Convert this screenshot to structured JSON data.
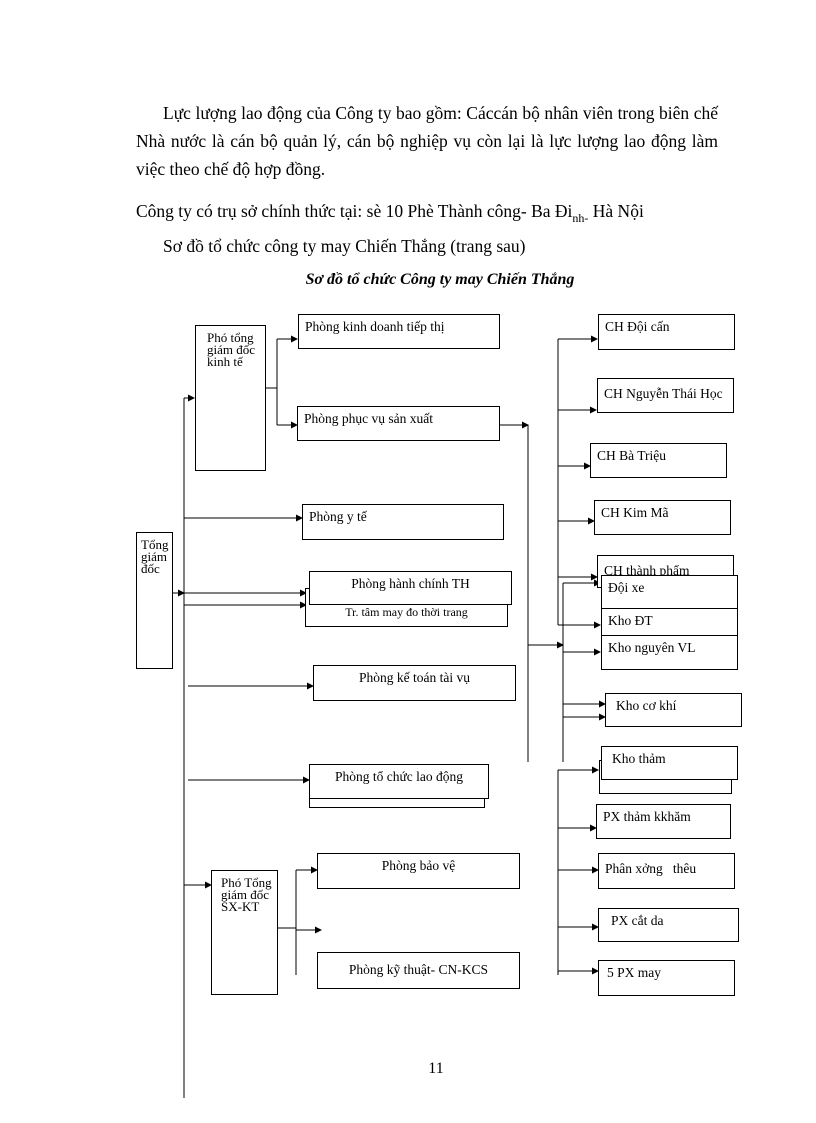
{
  "paragraphs": {
    "p1": "Lực lượng lao động của Công ty bao gồm: Cáccán bộ nhân viên trong biên chế Nhà nước là cán bộ quản lý, cán bộ nghiệp vụ còn lại là lực lượng lao động làm việc theo chế độ hợp đồng.",
    "p2_main": "Công ty có trụ sở chính thức tại: sè 10 Phè Thành công- Ba Đi",
    "p2_sub": "nh-",
    "p2_end": " Hà Nội",
    "p3": "Sơ đồ tổ chức công ty may Chiến Thắng (trang sau)"
  },
  "diagram": {
    "title": "Sơ đồ tổ chức Công ty may Chiến Thắng",
    "boxes": {
      "tong_giam_doc": "Tổng giám đốc",
      "pho_tgd_kinh_te": "Phó tổng giám đốc kinh tế",
      "pho_tgd_sxkt": "Phó Tổng giám đốc SX-KT",
      "phong_kinh_doanh": "Phòng kinh doanh tiếp thị",
      "phong_phuc_vu": "Phòng phục vụ sản xuất",
      "phong_y_te": "Phòng y tế",
      "phong_hanh_chinh": "Phòng hành chính TH",
      "tt_tam_may": "Tr. tâm may đo thời trang",
      "phong_ke_toan": "Phòng kế toán tài vụ",
      "phong_to_chuc": "Phòng tổ chức lao động",
      "phong_bao_ve": "Phòng bảo vệ",
      "phong_ky_thuat": "Phòng kỹ thuật- CN-KCS",
      "ch_doi_can": "CH Đội cấn",
      "ch_nguyen_thai_hoc": "CH Nguyễn Thái Học",
      "ch_ba_trieu": "CH Bà Triệu",
      "ch_kim_ma": "CH Kim Mã",
      "ch_thanh_pham": "CH thành phẩm",
      "doi_xe": "Đội xe",
      "kho_dt": "Kho ĐT",
      "kho_nguyen_vl": "Kho nguyên VL",
      "kho_co_khi": "Kho cơ khí",
      "kho_tham": "Kho thảm",
      "px_tham_khham": "PX thảm kkhăm",
      "phan_xong_theu": "Phân xởng   thêu",
      "px_cat_da": "PX cắt da",
      "px_may": "5 PX may"
    }
  },
  "page_number": "11"
}
